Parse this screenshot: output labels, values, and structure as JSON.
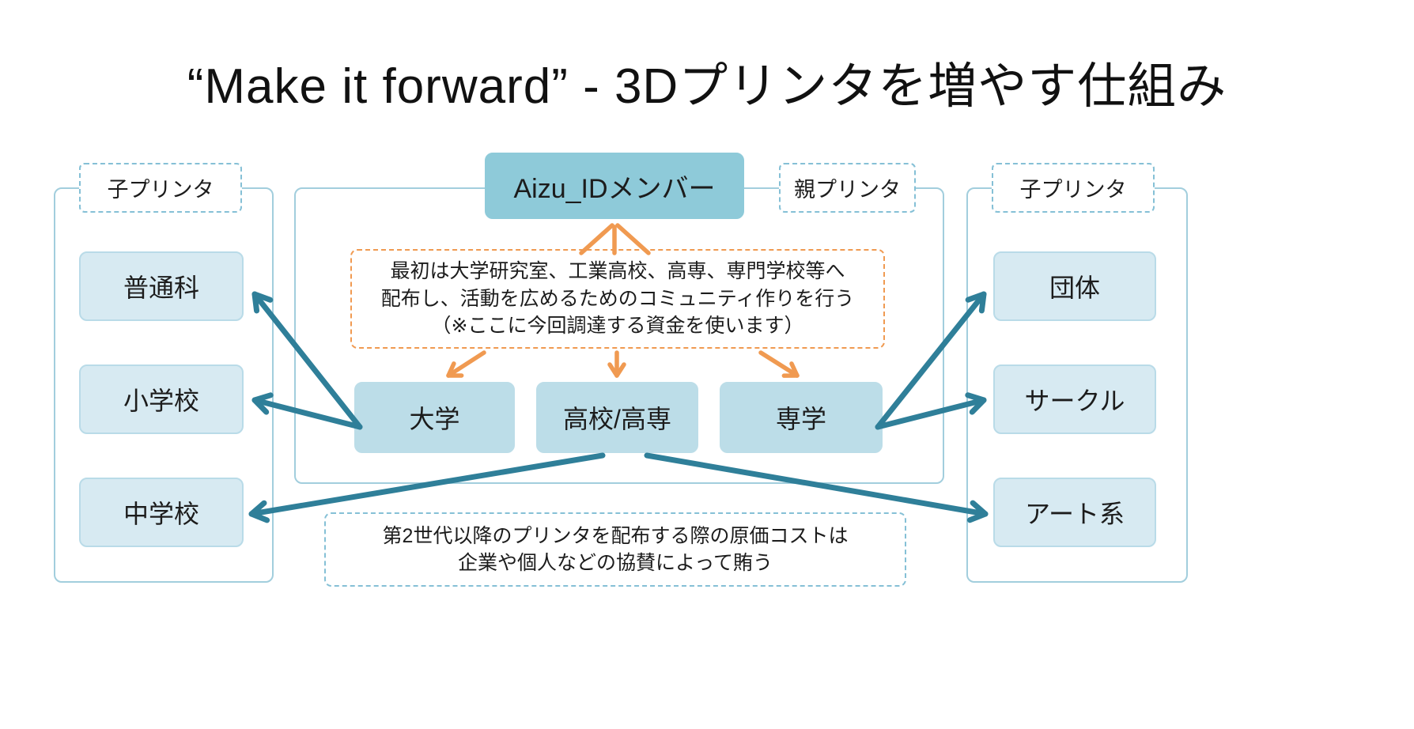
{
  "title": "“Make it forward” - 3Dプリンタを増やす仕組み",
  "colors": {
    "teal_arrow": "#2f7f99",
    "orange_accent": "#f09a51",
    "box_dark_fill": "#8ecad9",
    "box_mid_fill": "#bcdde8",
    "box_light_fill": "#d7eaf2",
    "container_border": "#a2cedd",
    "dashed_blue": "#85c0d6"
  },
  "left_group": {
    "label": "子プリンタ",
    "boxes": [
      "普通科",
      "小学校",
      "中学校"
    ]
  },
  "center_group": {
    "top_box": "Aizu_IDメンバー",
    "label": "親プリンタ",
    "note_lines": [
      "最初は大学研究室、工業高校、高専、専門学校等へ",
      "配布し、活動を広めるためのコミュニティ作りを行う",
      "（※ここに今回調達する資金を使います）"
    ],
    "boxes": [
      "大学",
      "高校/高専",
      "専学"
    ]
  },
  "right_group": {
    "label": "子プリンタ",
    "boxes": [
      "団体",
      "サークル",
      "アート系"
    ]
  },
  "bottom_note": {
    "lines": [
      "第2世代以降のプリンタを配布する際の原価コストは",
      "企業や個人などの協賛によって賄う"
    ]
  }
}
